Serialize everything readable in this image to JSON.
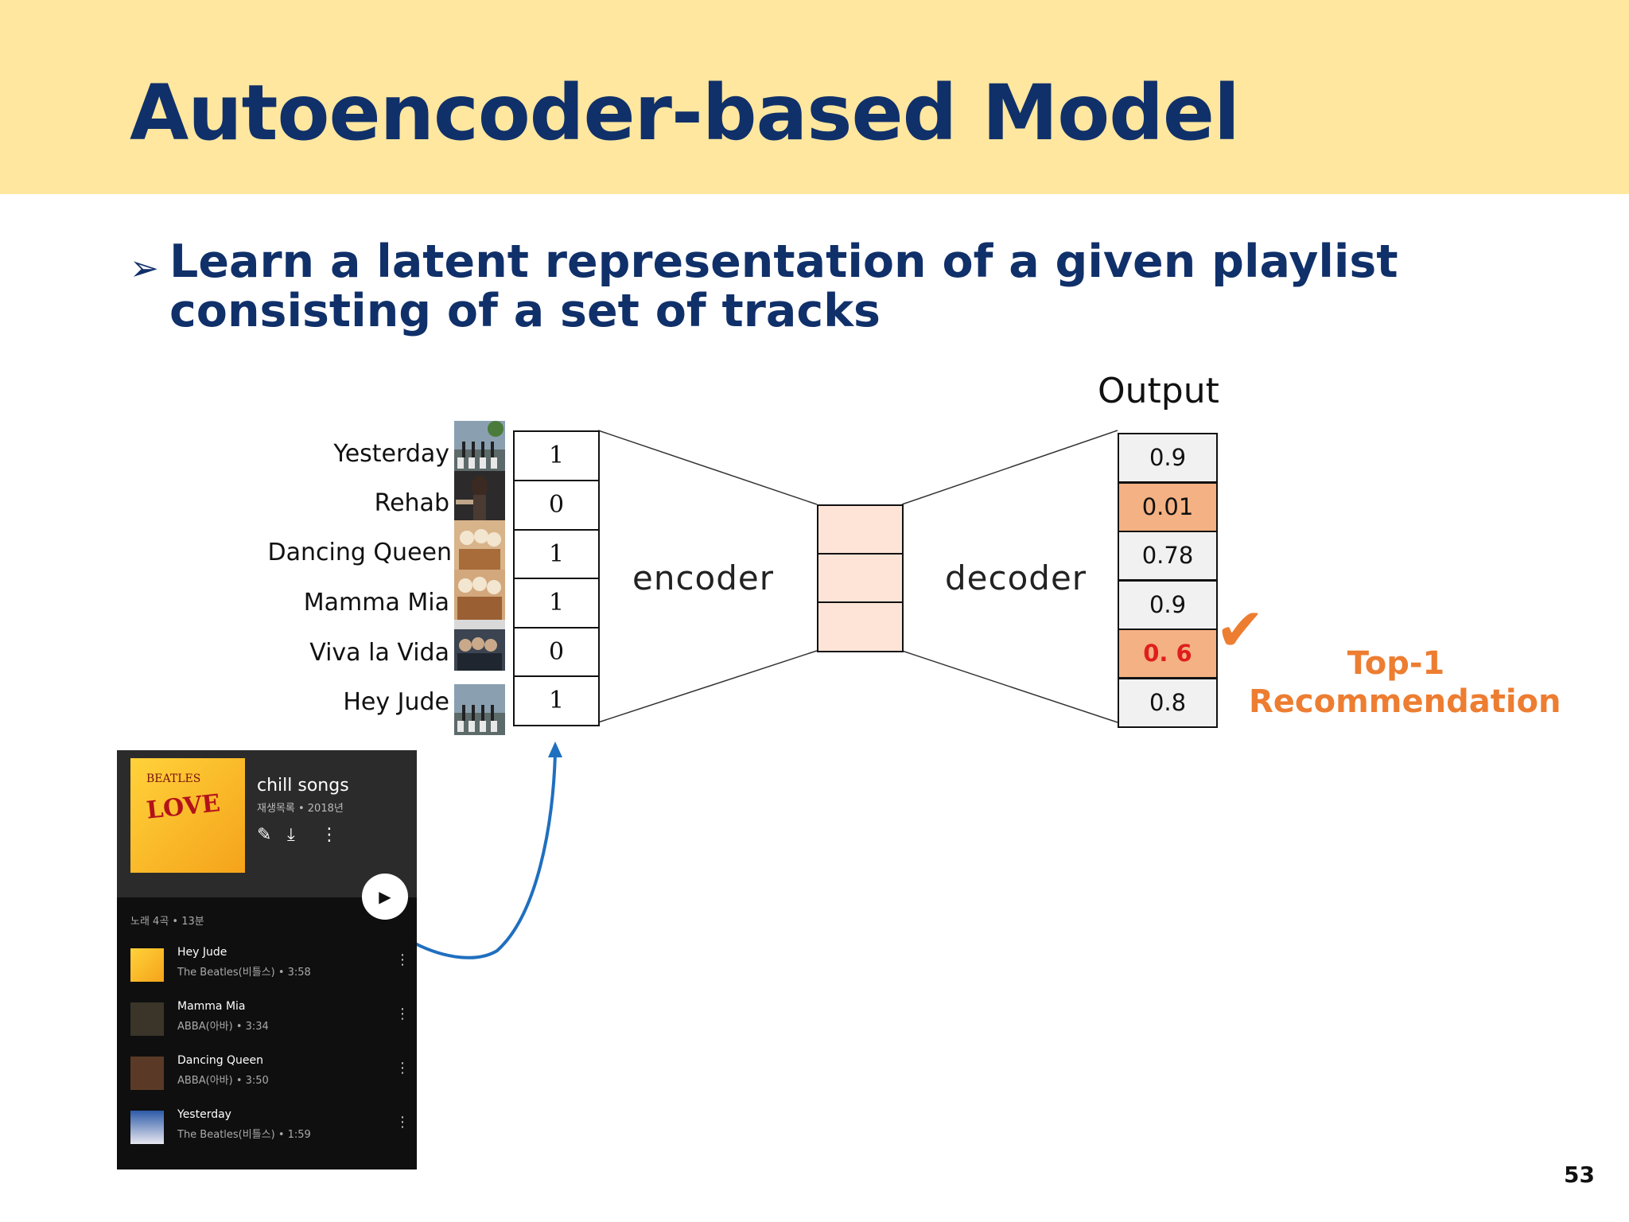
{
  "slide": {
    "title": "Autoencoder-based Model",
    "bullet_marker": "➢",
    "bullet": "Learn a latent representation of a given playlist consisting of a set of tracks",
    "page_number": "53"
  },
  "diagram": {
    "tracks": [
      {
        "name": "Yesterday",
        "input": "1",
        "output": "0.9",
        "highlight": false,
        "top": false
      },
      {
        "name": "Rehab",
        "input": "0",
        "output": "0.01",
        "highlight": true,
        "top": false
      },
      {
        "name": "Dancing Queen",
        "input": "1",
        "output": "0.78",
        "highlight": false,
        "top": false
      },
      {
        "name": "Mamma Mia",
        "input": "1",
        "output": "0.9",
        "highlight": false,
        "top": false
      },
      {
        "name": "Viva la Vida",
        "input": "0",
        "output": "0. 6",
        "highlight": true,
        "top": true
      },
      {
        "name": "Hey Jude",
        "input": "1",
        "output": "0.8",
        "highlight": false,
        "top": false
      }
    ],
    "encoder_label": "encoder",
    "decoder_label": "decoder",
    "output_title": "Output",
    "check_mark": "✔",
    "recommendation": "Top-1 Recommendation",
    "colors": {
      "header_bg": "#ffe79f",
      "title": "#10306a",
      "latent_fill": "#fde4d6",
      "output_fill": "#f1f1f2",
      "output_highlight": "#f4b183",
      "top_value": "#e01e1e",
      "recommendation": "#ed7d31",
      "arrow": "#1f6fbf"
    }
  },
  "phone": {
    "playlist_name": "chill songs",
    "playlist_meta": "재생목록 • 2018년",
    "cover_top": "BEATLES",
    "cover_main": "LOVE",
    "actions": [
      "pencil-icon",
      "download-icon",
      "more-icon"
    ],
    "track_count": "노래 4곡 • 13분",
    "items": [
      {
        "title": "Hey Jude",
        "subtitle": "The Beatles(비틀스) • 3:58"
      },
      {
        "title": "Mamma Mia",
        "subtitle": "ABBA(아바) • 3:34"
      },
      {
        "title": "Dancing Queen",
        "subtitle": "ABBA(아바) • 3:50"
      },
      {
        "title": "Yesterday",
        "subtitle": "The Beatles(비틀스) • 1:59"
      }
    ]
  }
}
